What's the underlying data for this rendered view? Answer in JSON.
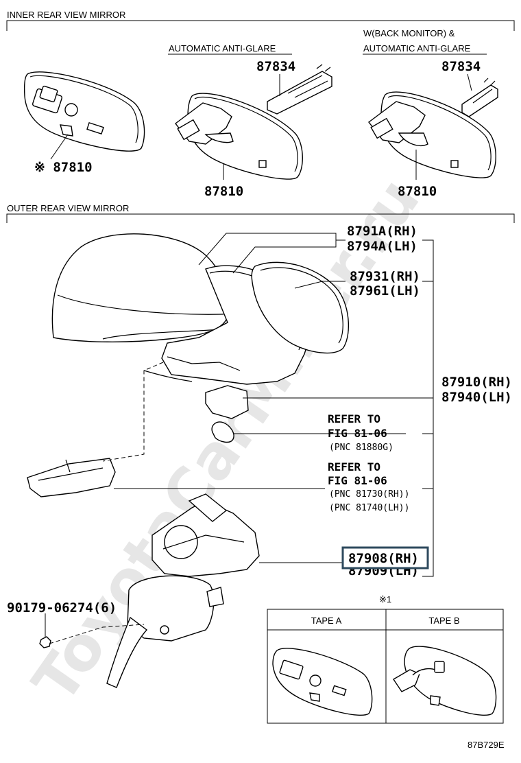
{
  "sections": {
    "inner_title": "INNER REAR VIEW MIRROR",
    "outer_title": "OUTER REAR VIEW MIRROR"
  },
  "inner": {
    "variant_auto": "AUTOMATIC ANTI-GLARE",
    "variant_back_1": "W(BACK MONITOR) &",
    "variant_back_2": "AUTOMATIC ANTI-GLARE",
    "pn_87810_ref": "※ 87810",
    "pn_87810_a": "87810",
    "pn_87810_b": "87810",
    "pn_87834_a": "87834",
    "pn_87834_b": "87834"
  },
  "outer": {
    "pn_8791A": "8791A(RH)",
    "pn_8794A": "8794A(LH)",
    "pn_87931": "87931(RH)",
    "pn_87961": "87961(LH)",
    "pn_87910": "87910(RH)",
    "pn_87940": "87940(LH)",
    "ref1_line1": "REFER TO",
    "ref1_line2": "FIG 81-06",
    "ref1_pnc": "(PNC 81880G)",
    "ref2_line1": "REFER TO",
    "ref2_line2": "FIG 81-06",
    "ref2_pnc1": "(PNC 81730(RH))",
    "ref2_pnc2": "(PNC 81740(LH))",
    "pn_87908": "87908(RH)",
    "pn_87909": "87909(LH)",
    "pn_90179": "90179-06274(6)"
  },
  "tape_table": {
    "note_mark": "※1",
    "col_a": "TAPE A",
    "col_b": "TAPE B"
  },
  "figure_code": "87B729E",
  "watermark": "ToyotaCarMiner.ru",
  "highlight_color": "#2e4a5e"
}
